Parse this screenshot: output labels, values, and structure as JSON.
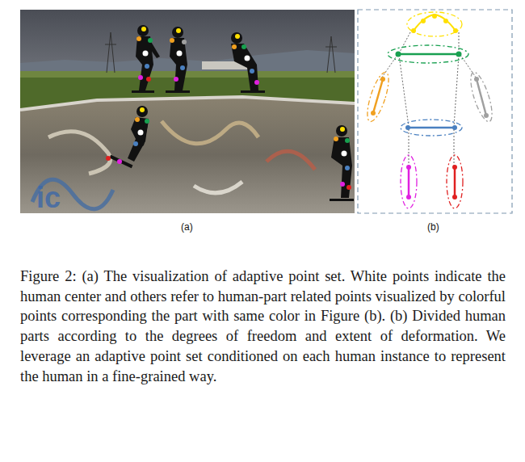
{
  "diagram": {
    "caption": "Figure 2: (a) The visualization of adaptive point set. White points indicate the human center and others refer to human-part related points visualized by colorful points corresponding the part with same color in Figure (b). (b) Divided human parts according to the degrees of freedom and extent of deformation. We leverage an adaptive point set conditioned on each human instance to represent the human in a fine-grained way.",
    "labels": [
      "(a)",
      "(b)"
    ]
  }
}
